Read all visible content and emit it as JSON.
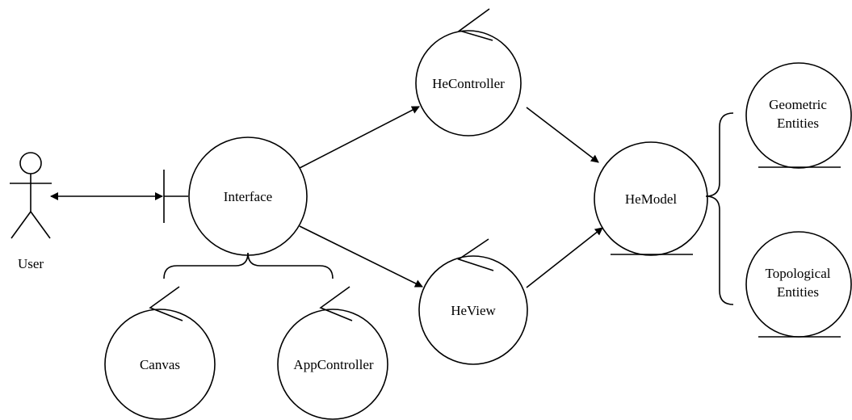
{
  "actor": {
    "label": "User"
  },
  "nodes": {
    "interface": {
      "label": "Interface"
    },
    "hecontroller": {
      "label": "HeController"
    },
    "heview": {
      "label": "HeView"
    },
    "hemodel": {
      "label": "HeModel"
    },
    "canvas": {
      "label": "Canvas"
    },
    "appcontroller": {
      "label": "AppController"
    },
    "geometric": {
      "line1": "Geometric",
      "line2": "Entities"
    },
    "topological": {
      "line1": "Topological",
      "line2": "Entities"
    }
  },
  "colors": {
    "stroke": "#000000",
    "background": "#ffffff"
  }
}
